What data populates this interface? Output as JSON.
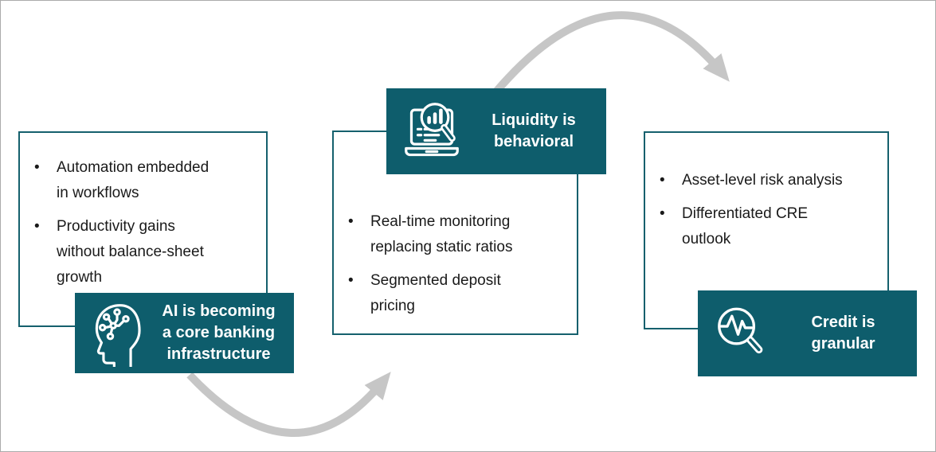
{
  "colors": {
    "teal": "#0e5d6c",
    "box_border": "#15606d",
    "arrow_gray": "#c6c6c6",
    "text": "#1a1a1a",
    "banner_text": "#ffffff"
  },
  "diagram": {
    "boxes": [
      {
        "bullets": [
          "Automation embedded in workflows",
          "Productivity gains without balance-sheet growth"
        ]
      },
      {
        "bullets": [
          "Real-time monitoring replacing static ratios",
          "Segmented deposit pricing"
        ]
      },
      {
        "bullets": [
          "Asset-level risk analysis",
          "Differentiated CRE outlook"
        ]
      }
    ],
    "banners": [
      {
        "icon": "ai-brain-head-icon",
        "label": "AI is becoming a core banking infrastructure",
        "lines": [
          "AI is becoming",
          "a core banking",
          "infrastructure"
        ]
      },
      {
        "icon": "laptop-magnifier-chart-icon",
        "label": "Liquidity is behavioral",
        "lines": [
          "Liquidity is",
          "behavioral"
        ]
      },
      {
        "icon": "magnifier-pulse-icon",
        "label": "Credit is granular",
        "lines": [
          "Credit is",
          "granular"
        ]
      }
    ],
    "arrows": [
      {
        "name": "arrow-middle-to-right",
        "shape": "arc-over-top",
        "direction": "right"
      },
      {
        "name": "arrow-left-to-middle",
        "shape": "arc-under-bottom",
        "direction": "up-right"
      }
    ]
  }
}
